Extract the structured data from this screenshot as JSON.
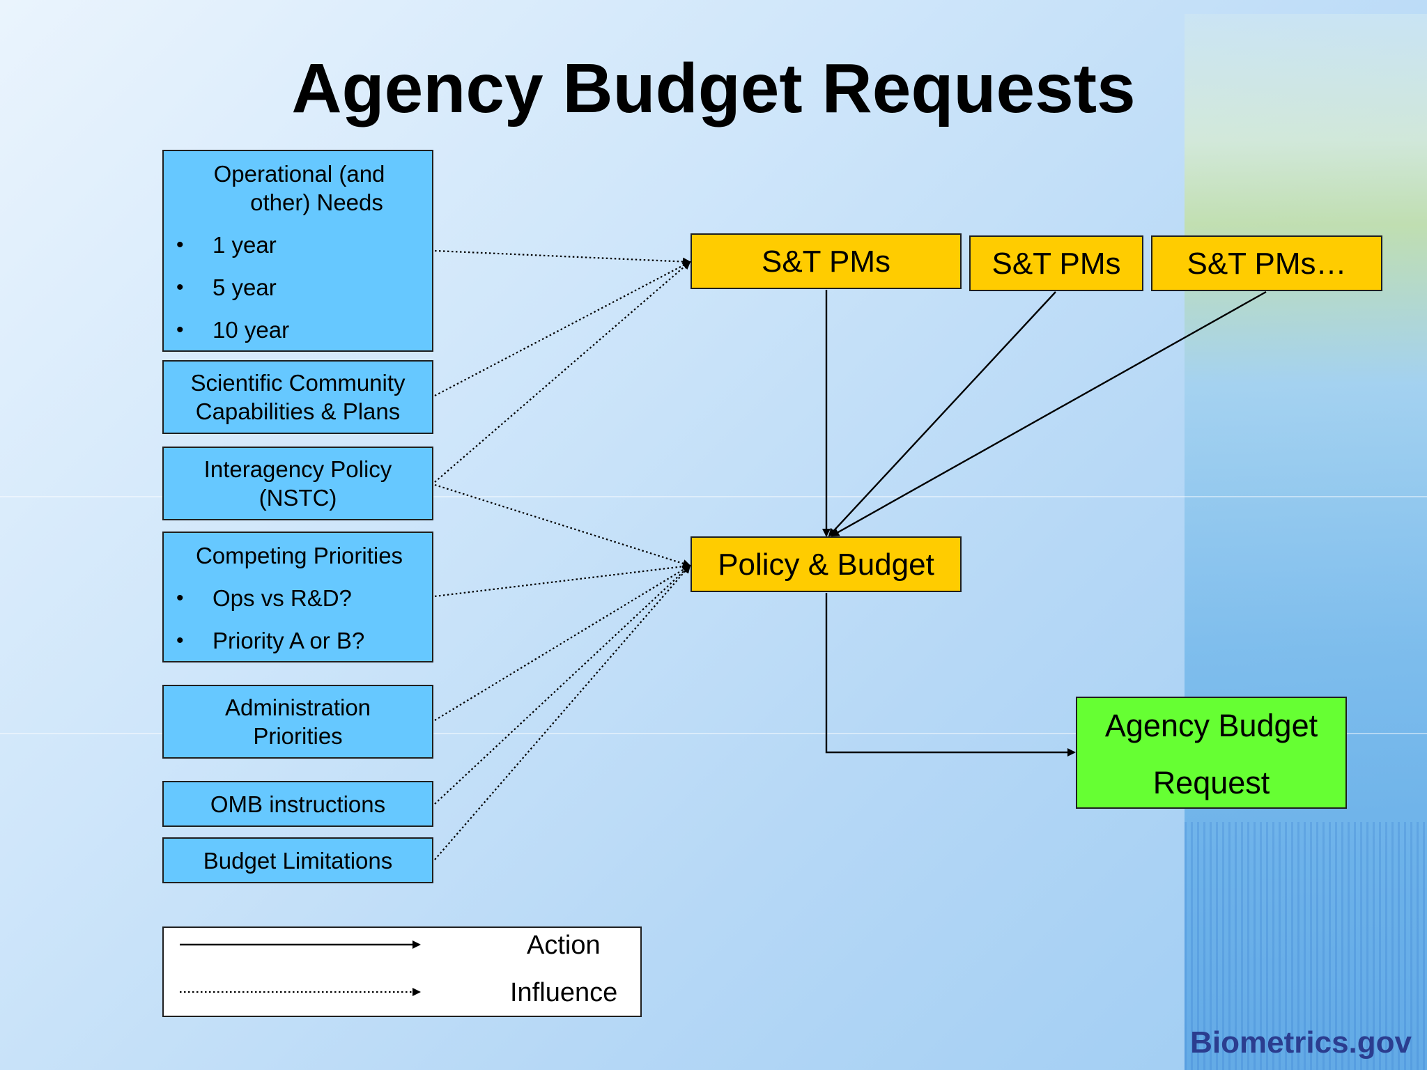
{
  "title": "Agency Budget Requests",
  "inputs": {
    "operational": {
      "heading_line1": "Operational (and",
      "heading_line2": "other) Needs",
      "bullets": [
        "1 year",
        "5 year",
        "10 year"
      ]
    },
    "scientific": {
      "line1": "Scientific Community",
      "line2": "Capabilities & Plans"
    },
    "interagency": {
      "line1": "Interagency Policy",
      "line2": "(NSTC)"
    },
    "competing": {
      "heading": "Competing Priorities",
      "bullets": [
        "Ops vs R&D?",
        "Priority A or B?"
      ]
    },
    "administration": {
      "line1": "Administration",
      "line2": "Priorities"
    },
    "omb": "OMB instructions",
    "budget_limits": "Budget Limitations"
  },
  "pms": [
    "S&T PMs",
    "S&T PMs",
    "S&T PMs…"
  ],
  "policy_budget": "Policy & Budget",
  "agency_request": {
    "line1": "Agency Budget",
    "line2": "Request"
  },
  "legend": {
    "action": "Action",
    "influence": "Influence"
  },
  "footer": "Biometrics.gov",
  "colors": {
    "input_box": "#66c8ff",
    "pm_box": "#ffcc00",
    "request_box": "#66ff33",
    "footer_text": "#2b3d8f"
  }
}
